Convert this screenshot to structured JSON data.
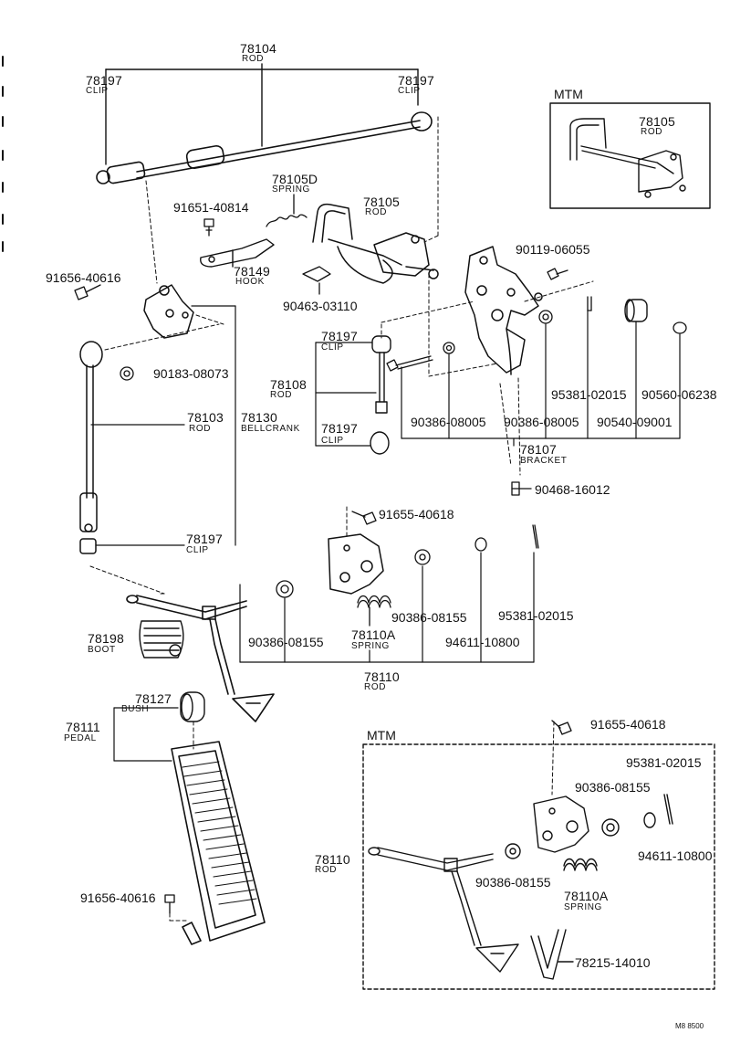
{
  "parts": {
    "p78104": {
      "num": "78104",
      "name": "ROD"
    },
    "p78197_l": {
      "num": "78197",
      "name": "CLIP"
    },
    "p78197_r": {
      "num": "78197",
      "name": "CLIP"
    },
    "p78105D": {
      "num": "78105D",
      "name": "SPRING"
    },
    "p91651": {
      "num": "91651-40814"
    },
    "p78105": {
      "num": "78105",
      "name": "ROD"
    },
    "p78149": {
      "num": "78149",
      "name": "HOOK"
    },
    "p90463": {
      "num": "90463-03110"
    },
    "p91656_top": {
      "num": "91656-40616"
    },
    "p90119": {
      "num": "90119-06055"
    },
    "p90183": {
      "num": "90183-08073"
    },
    "p78197_m1": {
      "num": "78197",
      "name": "CLIP"
    },
    "p78108": {
      "num": "78108",
      "name": "ROD"
    },
    "p78197_m2": {
      "num": "78197",
      "name": "CLIP"
    },
    "p78103": {
      "num": "78103",
      "name": "ROD"
    },
    "p78130": {
      "num": "78130",
      "name": "BELLCRANK"
    },
    "p95381_a": {
      "num": "95381-02015"
    },
    "p90560": {
      "num": "90560-06238"
    },
    "p90386_a": {
      "num": "90386-08005"
    },
    "p90386_b": {
      "num": "90386-08005"
    },
    "p90540": {
      "num": "90540-09001"
    },
    "p78107": {
      "num": "78107",
      "name": "BRACKET"
    },
    "p90468": {
      "num": "90468-16012"
    },
    "p78197_b": {
      "num": "78197",
      "name": "CLIP"
    },
    "p91655_a": {
      "num": "91655-40618"
    },
    "p90386_c": {
      "num": "90386-08155"
    },
    "p95381_b": {
      "num": "95381-02015"
    },
    "p78198": {
      "num": "78198",
      "name": "BOOT"
    },
    "p90386_d": {
      "num": "90386-08155"
    },
    "p78110A": {
      "num": "78110A",
      "name": "SPRING"
    },
    "p94611_a": {
      "num": "94611-10800"
    },
    "p78110": {
      "num": "78110",
      "name": "ROD"
    },
    "p78127": {
      "num": "78127",
      "name": "BUSH"
    },
    "p78111": {
      "num": "78111",
      "name": "PEDAL"
    },
    "p91656_bot": {
      "num": "91656-40616"
    },
    "mtm_top": {
      "title": "MTM",
      "num": "78105",
      "name": "ROD"
    },
    "mtm_bot": {
      "title": "MTM",
      "p91655": {
        "num": "91655-40618"
      },
      "p95381": {
        "num": "95381-02015"
      },
      "p90386_e": {
        "num": "90386-08155"
      },
      "p94611": {
        "num": "94611-10800"
      },
      "p78110": {
        "num": "78110",
        "name": "ROD"
      },
      "p90386_f": {
        "num": "90386-08155"
      },
      "p78110A": {
        "num": "78110A",
        "name": "SPRING"
      },
      "p78215": {
        "num": "78215-14010"
      }
    },
    "footer": "M8  8500"
  }
}
